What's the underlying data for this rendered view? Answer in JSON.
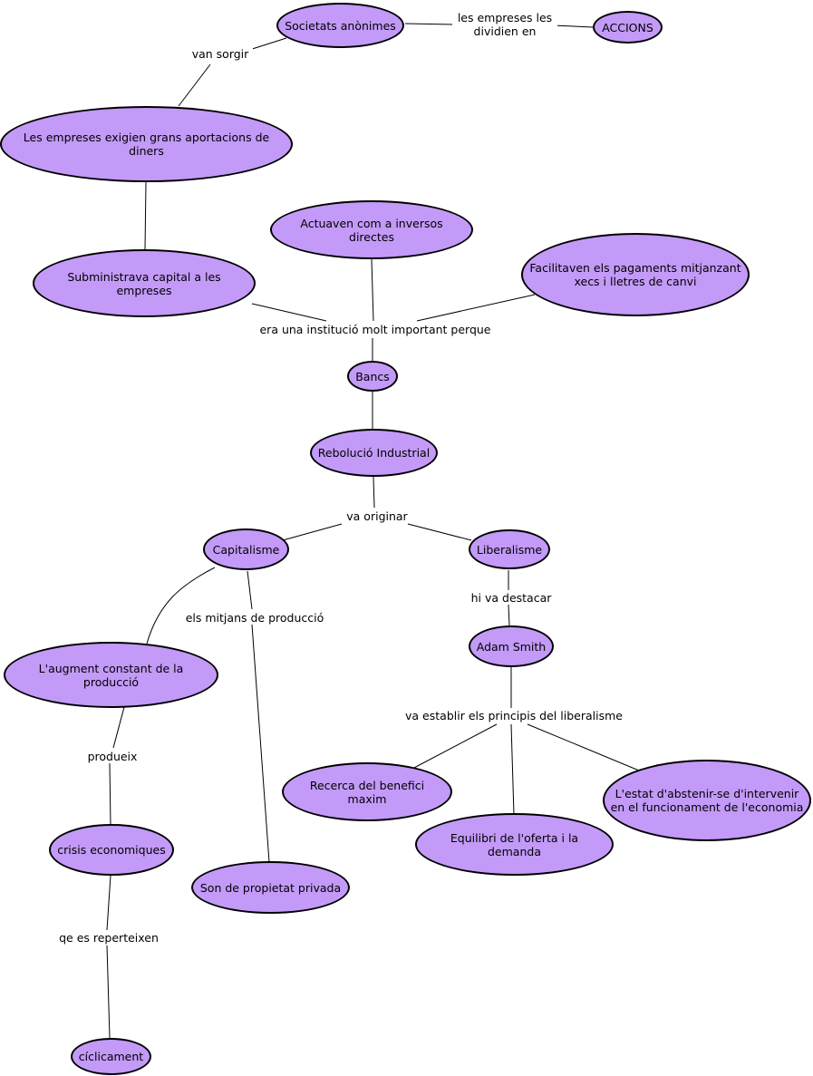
{
  "colors": {
    "node_fill": "#c39af8",
    "node_border": "#000000",
    "line": "#000000",
    "background": "#ffffff"
  },
  "nodes": {
    "societats": "Societats anònimes",
    "accions": "ACCIONS",
    "empreses_exigien": "Les empreses exigien grans aportacions de diners",
    "actuaven": "Actuaven com a inversos directes",
    "subministrava": "Subministrava capital a les empreses",
    "facilitaven": "Facilitaven els pagaments mitjanzant\nxecs i lletres de canvi",
    "bancs": "Bancs",
    "revolucio": "Rebolució Industrial",
    "capitalisme": "Capitalisme",
    "liberalisme": "Liberalisme",
    "augment": "L'augment constant de la producció",
    "adam_smith": "Adam Smith",
    "recerca": "Recerca del benefici maxim",
    "estat": "L'estat d'abstenir-se d'intervenir\nen el funcionament de l'economia",
    "equilibri": "Equilibri de l'oferta i la demanda",
    "crisis": "crisis economiques",
    "propietat": "Son de propietat privada",
    "ciclicament": "cíclicament"
  },
  "links": {
    "dividien": "les empreses les\ndividien en",
    "van_sorgir": "van sorgir",
    "institucio": "era una institució molt important perque",
    "va_originar": "va originar",
    "mitjans": "els mitjans de producció",
    "destacar": "hi va destacar",
    "principis": "va establir els principis del liberalisme",
    "produeix": "produeix",
    "reperteixen": "qe es reperteixen"
  }
}
